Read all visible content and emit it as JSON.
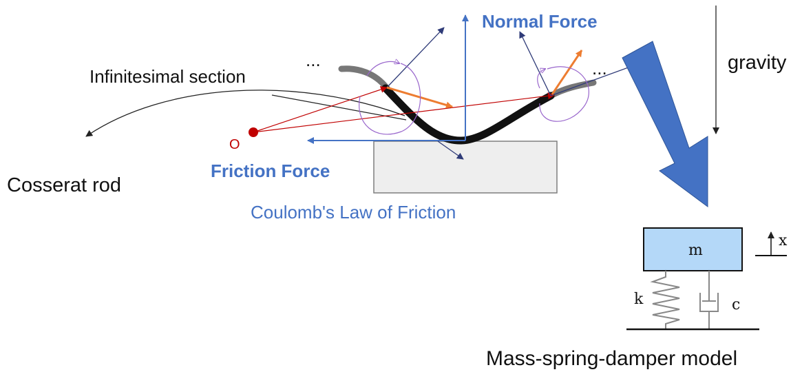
{
  "labels": {
    "normal_force": "Normal Force",
    "friction_force": "Friction Force",
    "coulomb_law": "Coulomb's Law of Friction",
    "infinitesimal_section": "Infinitesimal section",
    "cosserat_rod": "Cosserat rod",
    "origin": "O",
    "ellipsis_left": "...",
    "ellipsis_right": "...",
    "gravity": "gravity",
    "mass": "m",
    "displacement": "x",
    "spring_constant": "k",
    "damping": "c",
    "model_caption": "Mass-spring-damper model"
  },
  "colors": {
    "blue_text": "#4472c4",
    "blue_arrow": "#4472c4",
    "navy_arrow": "#2f3b78",
    "red_vector": "#c00000",
    "orange_arrow": "#ed7d31",
    "moment_purple": "#9966cc",
    "rod_black": "#111111",
    "rod_gray": "#777777",
    "ground_fill": "#eeeeee",
    "mass_fill": "#b4d8f8",
    "big_arrow": "#4472c4"
  }
}
